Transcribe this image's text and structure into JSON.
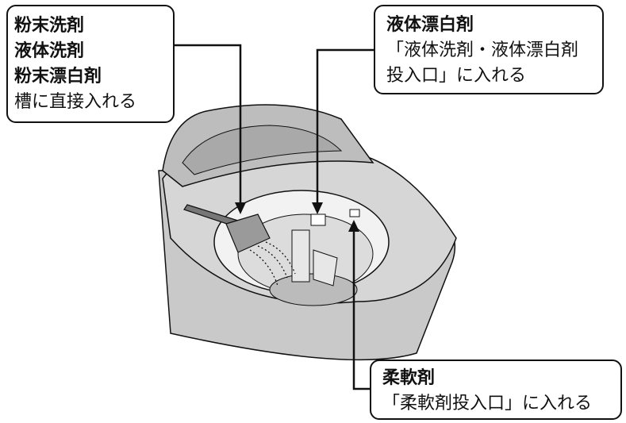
{
  "callouts": {
    "powder": {
      "lines": [
        "粉末洗剤",
        "液体洗剤",
        "粉末漂白剤",
        "槽に直接入れる"
      ]
    },
    "liquid_bleach": {
      "title": "液体漂白剤",
      "line1": "「液体洗剤・液体漂白剤",
      "line2": "投入口」に入れる"
    },
    "softener": {
      "title": "柔軟剤",
      "line1": "「柔軟剤投入口」に入れる"
    }
  },
  "colors": {
    "outline": "#111111",
    "body_gray": "#c9c9c9",
    "dark_gray": "#8f8f8f",
    "light_gray": "#e4e4e4"
  }
}
